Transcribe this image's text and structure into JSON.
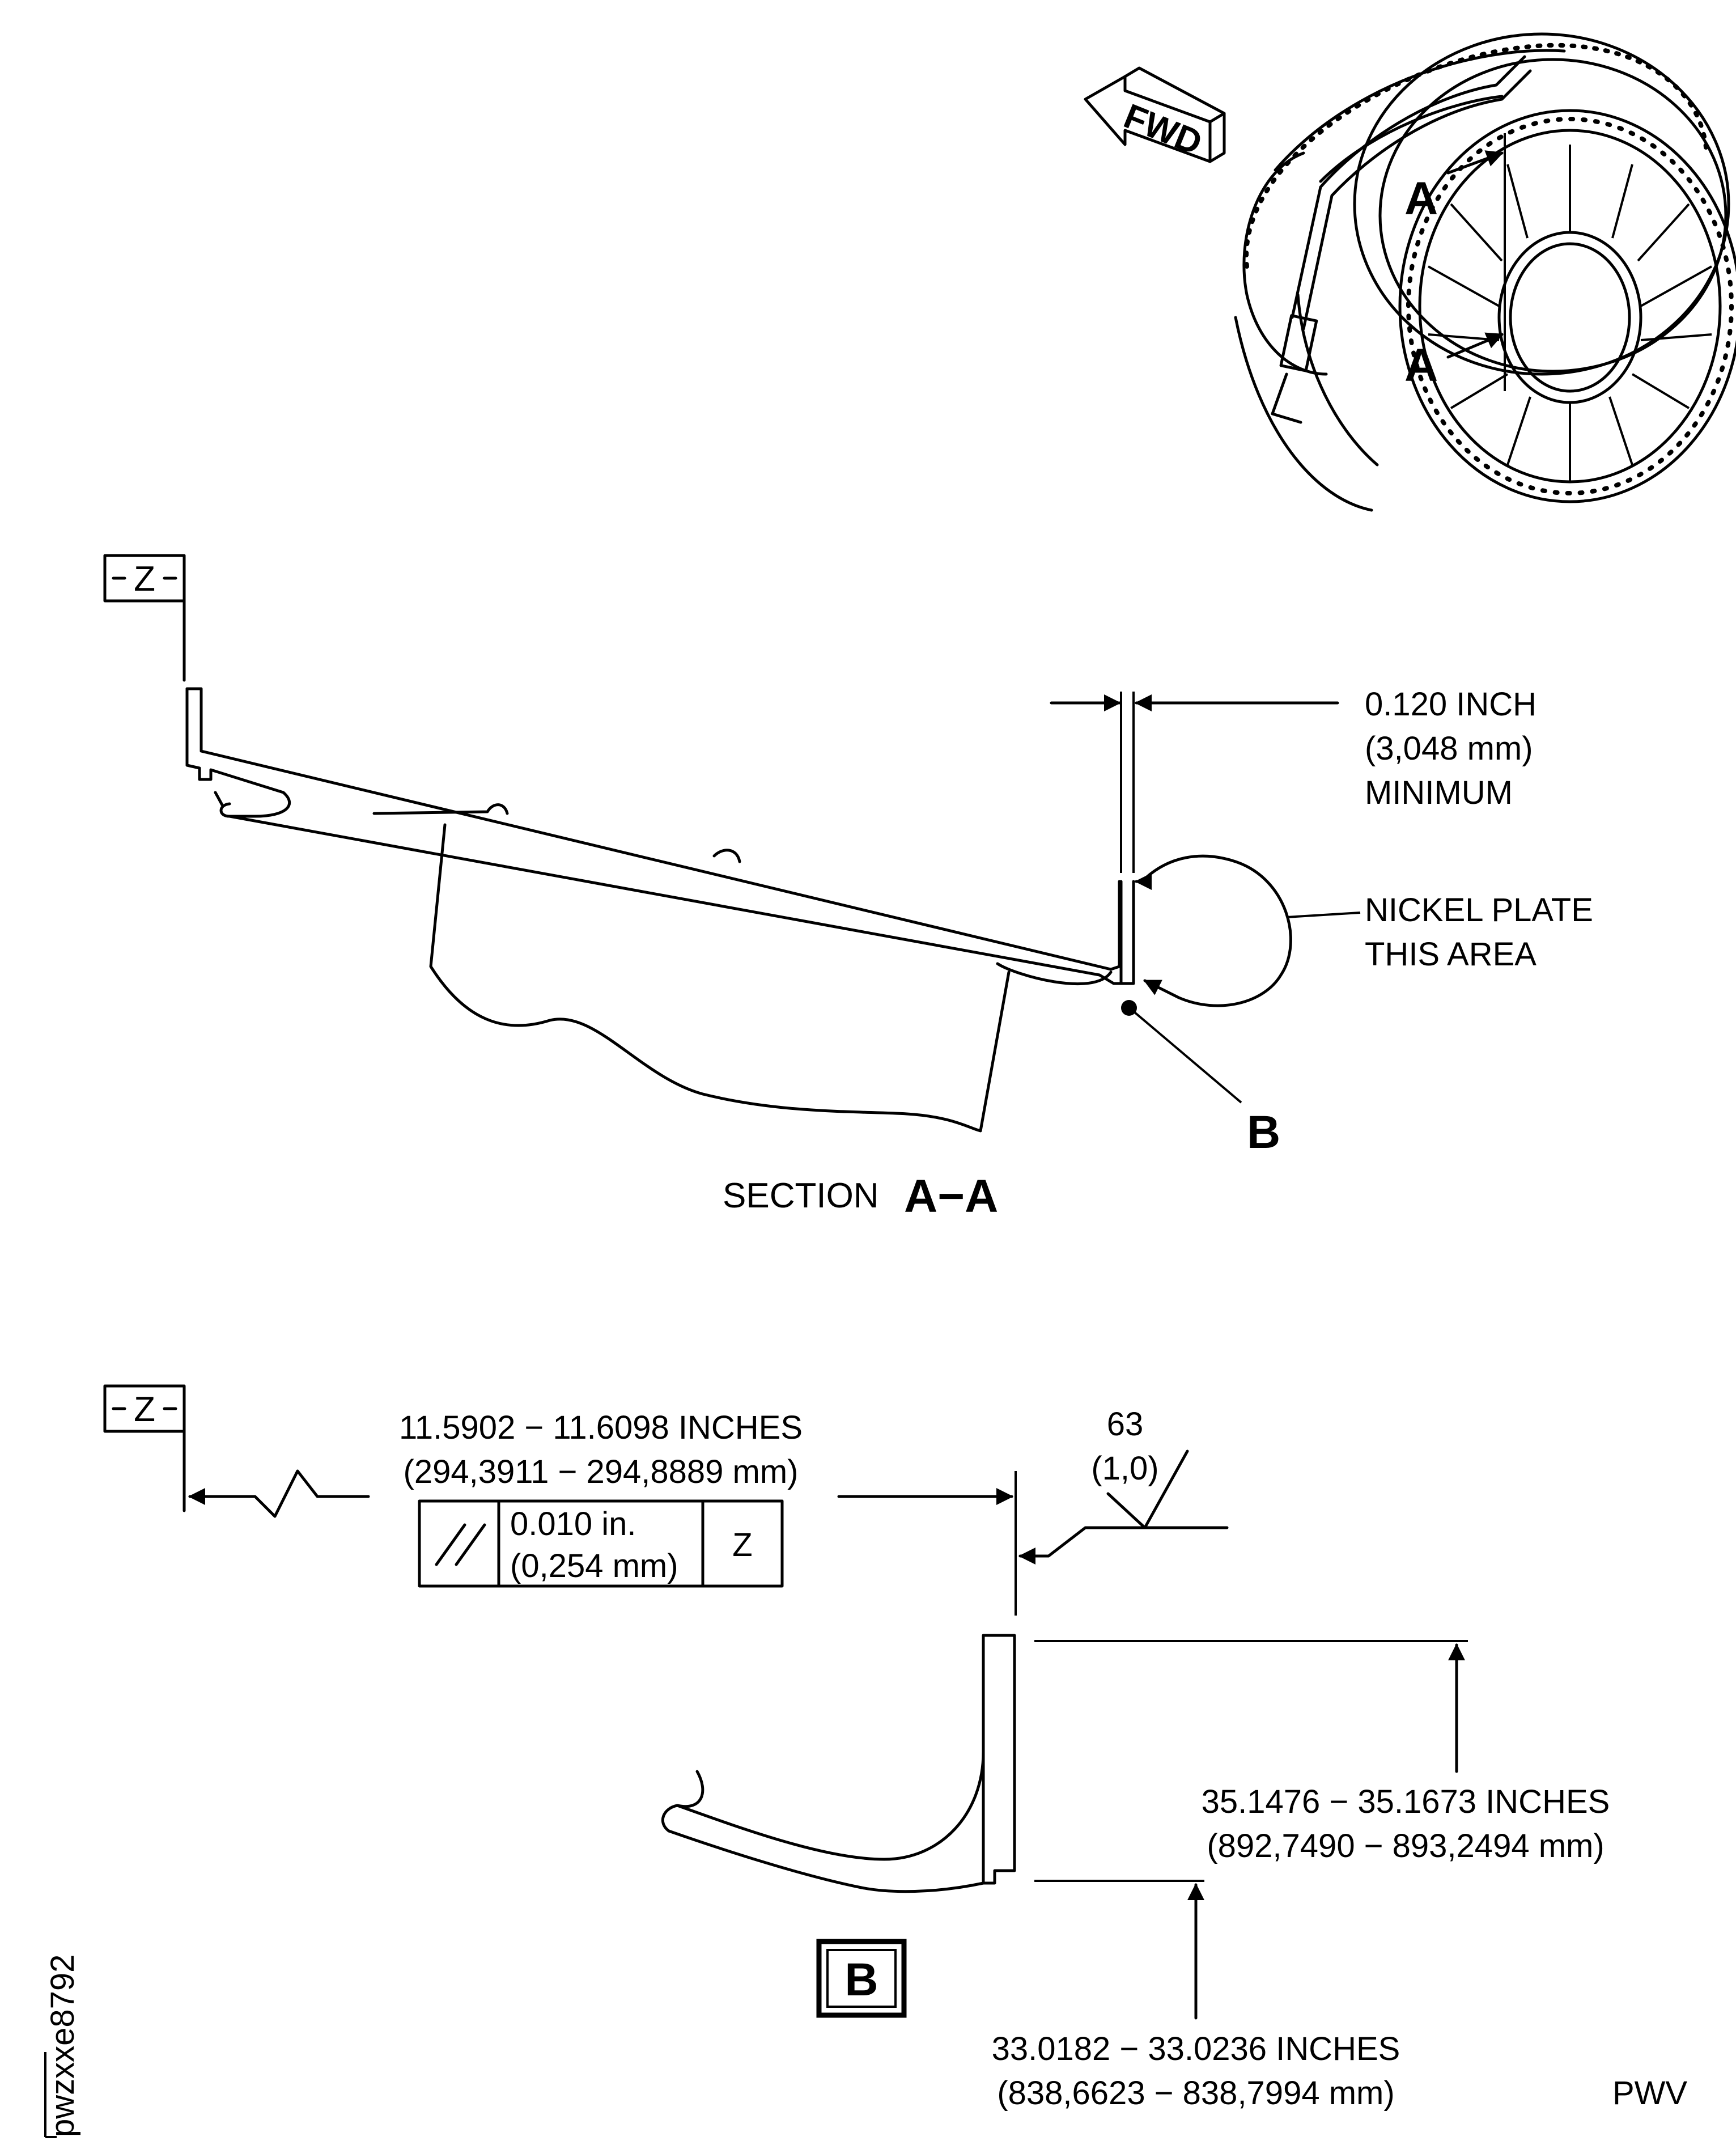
{
  "iso_view": {
    "fwd_label": "FWD",
    "section_marker_top": "A",
    "section_marker_bottom": "A"
  },
  "section_aa": {
    "datum_label": "Z",
    "dimension_line1": "0.120 INCH",
    "dimension_line2": "(3,048 mm)",
    "dimension_line3": "MINIMUM",
    "note_line1": "NICKEL PLATE",
    "note_line2": "THIS AREA",
    "detail_callout": "B",
    "caption_prefix": "SECTION",
    "caption_id": "A−A"
  },
  "detail_b": {
    "datum_label": "Z",
    "length_dim_line1": "11.5902 − 11.6098 INCHES",
    "length_dim_line2": "(294,3911 − 294,8889 mm)",
    "fcf_symbol": "//",
    "fcf_tol_line1": "0.010 in.",
    "fcf_tol_line2": "(0,254 mm)",
    "fcf_datum": "Z",
    "finish_value": "63",
    "finish_value_metric": "(1,0)",
    "outer_dia_line1": "35.1476 − 35.1673 INCHES",
    "outer_dia_line2": "(892,7490 − 893,2494 mm)",
    "inner_dia_line1": "33.0182 − 33.0236 INCHES",
    "inner_dia_line2": "(838,6623 − 838,7994 mm)",
    "detail_label": "B"
  },
  "figure_id": "pwzxxe8792",
  "publisher_code": "PWV"
}
